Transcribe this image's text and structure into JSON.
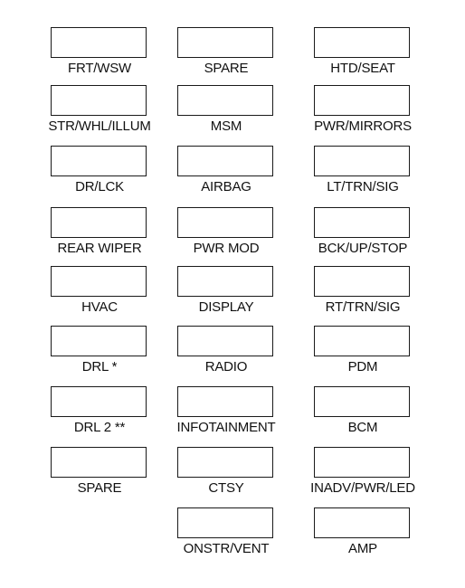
{
  "fuses": [
    {
      "label": "FRT/WSW"
    },
    {
      "label": "SPARE"
    },
    {
      "label": "HTD/SEAT"
    },
    {
      "label": "STR/WHL/ILLUM"
    },
    {
      "label": "MSM"
    },
    {
      "label": "PWR/MIRRORS"
    },
    {
      "label": "DR/LCK"
    },
    {
      "label": "AIRBAG"
    },
    {
      "label": "LT/TRN/SIG"
    },
    {
      "label": "REAR WIPER"
    },
    {
      "label": "PWR MOD"
    },
    {
      "label": "BCK/UP/STOP"
    },
    {
      "label": "HVAC"
    },
    {
      "label": "DISPLAY"
    },
    {
      "label": "RT/TRN/SIG"
    },
    {
      "label": "DRL *"
    },
    {
      "label": "RADIO"
    },
    {
      "label": "PDM"
    },
    {
      "label": "DRL 2 **"
    },
    {
      "label": "INFOTAINMENT"
    },
    {
      "label": "BCM"
    },
    {
      "label": "SPARE"
    },
    {
      "label": "CTSY"
    },
    {
      "label": "INADV/PWR/LED"
    },
    {
      "label": "ONSTR/VENT"
    },
    {
      "label": "AMP"
    }
  ]
}
